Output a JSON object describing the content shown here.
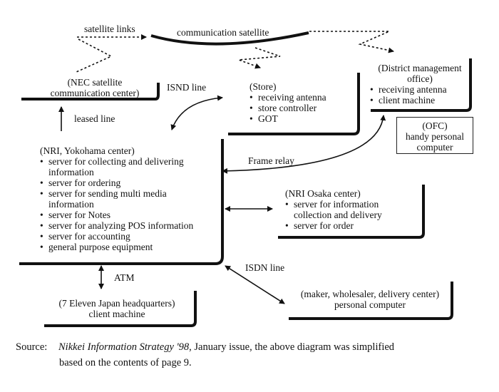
{
  "labels": {
    "satellite_links": "satellite links",
    "communication_satellite": "communication satellite",
    "isnd_line": "ISND line",
    "leased_line": "leased line",
    "frame_relay": "Frame relay",
    "atm": "ATM",
    "isdn_line": "ISDN line"
  },
  "nodes": {
    "nec": {
      "title_line1": "(NEC satellite",
      "title_line2": "communication center)"
    },
    "store": {
      "title": "(Store)",
      "items": [
        "receiving antenna",
        "store controller",
        "GOT"
      ]
    },
    "district": {
      "title_line1": "(District management",
      "title_line2": "office)",
      "items": [
        "receiving antenna",
        "client machine"
      ]
    },
    "ofc": {
      "title": "(OFC)",
      "line1": "handy personal",
      "line2": "computer"
    },
    "yokohama": {
      "title": "(NRI, Yokohama center)",
      "items": [
        "server for collecting and delivering information",
        "server for ordering",
        "server for sending multi media information",
        "server for Notes",
        "server for analyzing POS information",
        "server for accounting",
        "general purpose equipment"
      ]
    },
    "osaka": {
      "title": "(NRI Osaka center)",
      "items": [
        "server for information collection and delivery",
        "server for order"
      ]
    },
    "seven_eleven": {
      "title": "(7 Eleven Japan headquarters)",
      "subtitle": "client machine"
    },
    "maker": {
      "title": "(maker, wholesaler, delivery center)",
      "subtitle": "personal computer"
    }
  },
  "caption": {
    "label": "Source:",
    "publication": "Nikkei Information Strategy '98",
    "rest_line1": ", January issue, the above diagram was simplified",
    "line2": "based on the contents of page 9."
  }
}
